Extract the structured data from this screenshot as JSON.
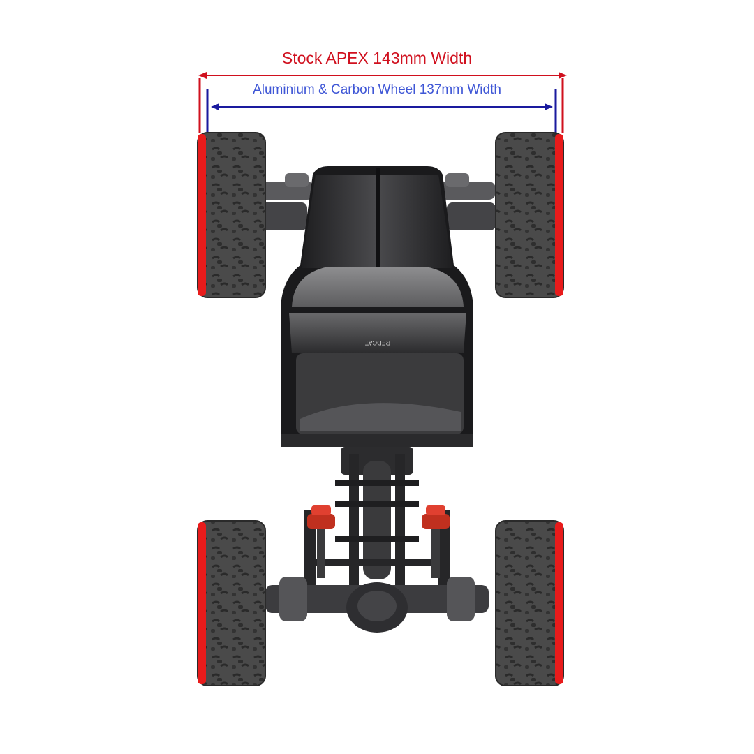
{
  "annotations": {
    "stock_width": {
      "text": "Stock APEX 143mm Width",
      "color": "#d0101e",
      "value_mm": 143
    },
    "aluminium_width": {
      "text": "Aluminium & Carbon Wheel 137mm Width",
      "color": "#3f57d6",
      "line_color": "#1a1a9e",
      "value_mm": 137
    }
  },
  "vehicle": {
    "view": "top-down",
    "body_color": "#3a3a3c",
    "tire_color": "#4a4a4a",
    "tire_edge_color": "#e81b1b",
    "shock_color": "#c0301f",
    "cab_text": "REDCAT"
  }
}
